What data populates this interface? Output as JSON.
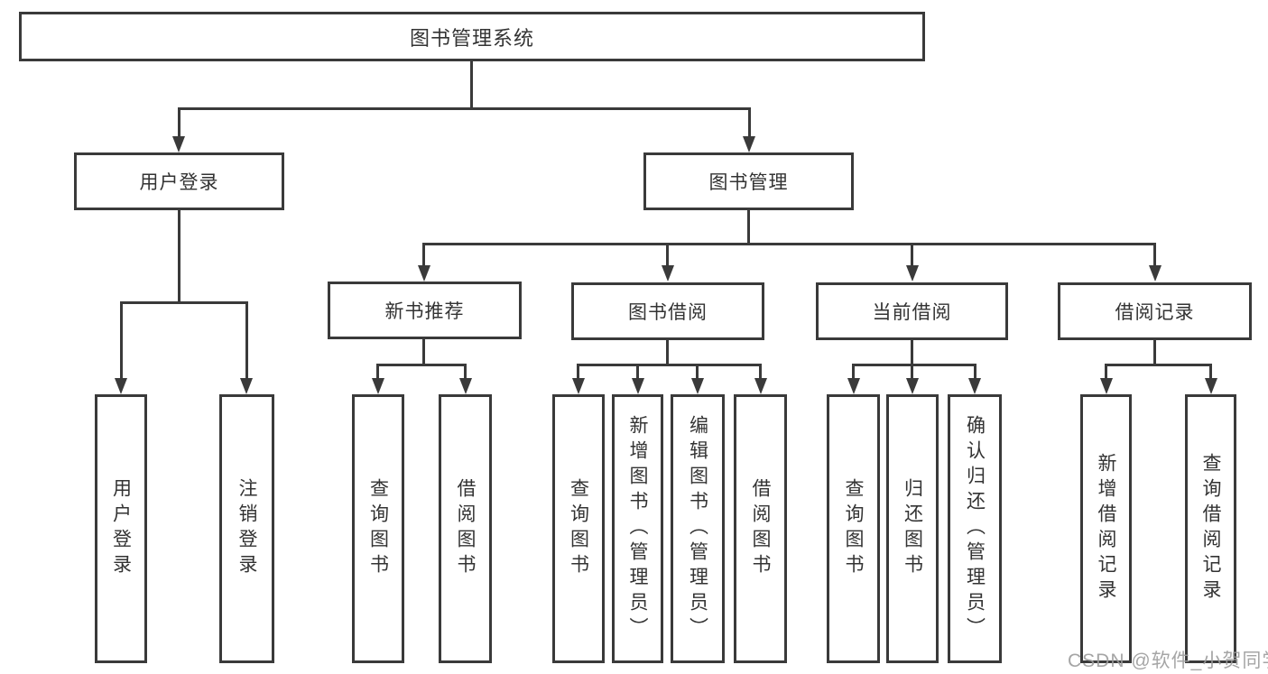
{
  "tree": {
    "root": {
      "label": "图书管理系统",
      "children": [
        {
          "label": "用户登录",
          "children": [
            {
              "label": "用户登录"
            },
            {
              "label": "注销登录"
            }
          ]
        },
        {
          "label": "图书管理",
          "children": [
            {
              "label": "新书推荐",
              "children": [
                {
                  "label": "查询图书"
                },
                {
                  "label": "借阅图书"
                }
              ]
            },
            {
              "label": "图书借阅",
              "children": [
                {
                  "label": "查询图书"
                },
                {
                  "label": "新增图书（管理员）"
                },
                {
                  "label": "编辑图书（管理员）"
                },
                {
                  "label": "借阅图书"
                }
              ]
            },
            {
              "label": "当前借阅",
              "children": [
                {
                  "label": "查询图书"
                },
                {
                  "label": "归还图书"
                },
                {
                  "label": "确认归还（管理员）"
                }
              ]
            },
            {
              "label": "借阅记录",
              "children": [
                {
                  "label": "新增借阅记录"
                },
                {
                  "label": "查询借阅记录"
                }
              ]
            }
          ]
        }
      ]
    }
  },
  "watermark": {
    "text": "CSDN @软件_小贺同学"
  },
  "colors": {
    "line": "#3a3a3a",
    "text": "#333333",
    "watermark": "#9c9c9c",
    "background": "#ffffff"
  }
}
